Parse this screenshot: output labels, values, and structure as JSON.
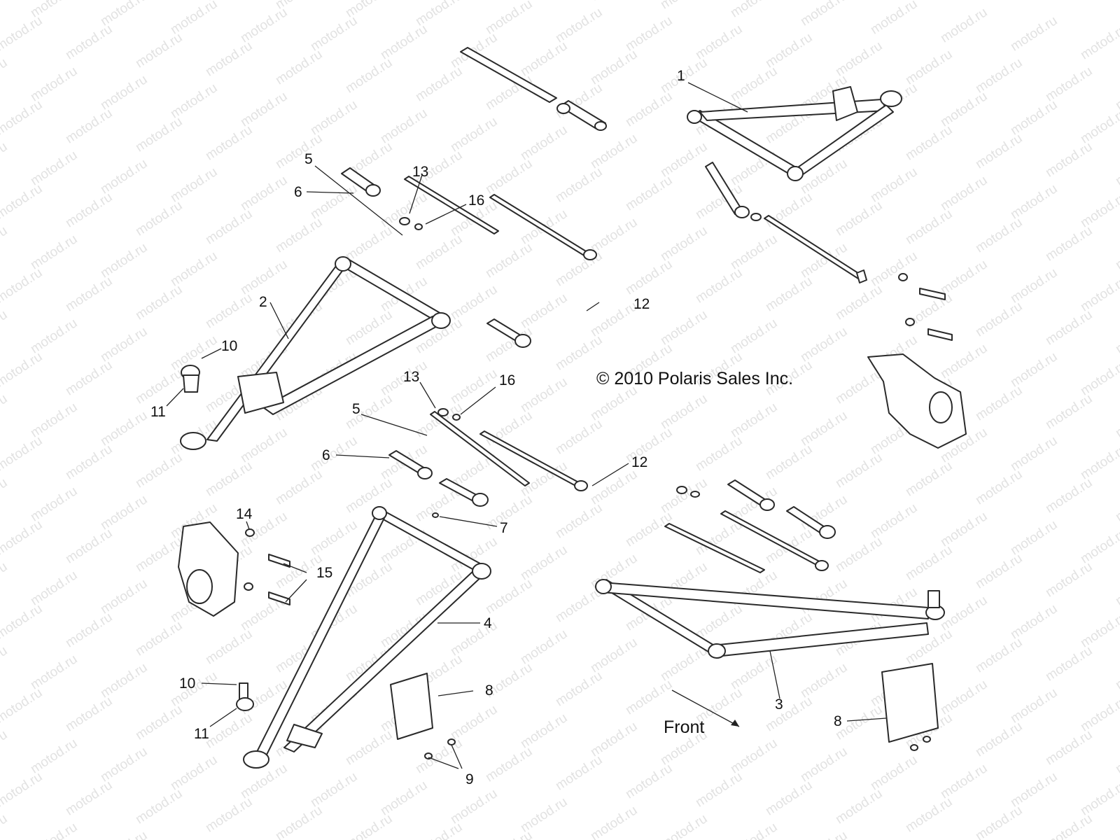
{
  "watermark": {
    "text": "motod.ru"
  },
  "copyright": "© 2010 Polaris Sales Inc.",
  "direction_label": "Front",
  "callouts": [
    "1",
    "2",
    "3",
    "4",
    "5",
    "5",
    "6",
    "6",
    "7",
    "8",
    "8",
    "9",
    "10",
    "10",
    "11",
    "11",
    "12",
    "12",
    "13",
    "13",
    "14",
    "15",
    "16",
    "16"
  ]
}
